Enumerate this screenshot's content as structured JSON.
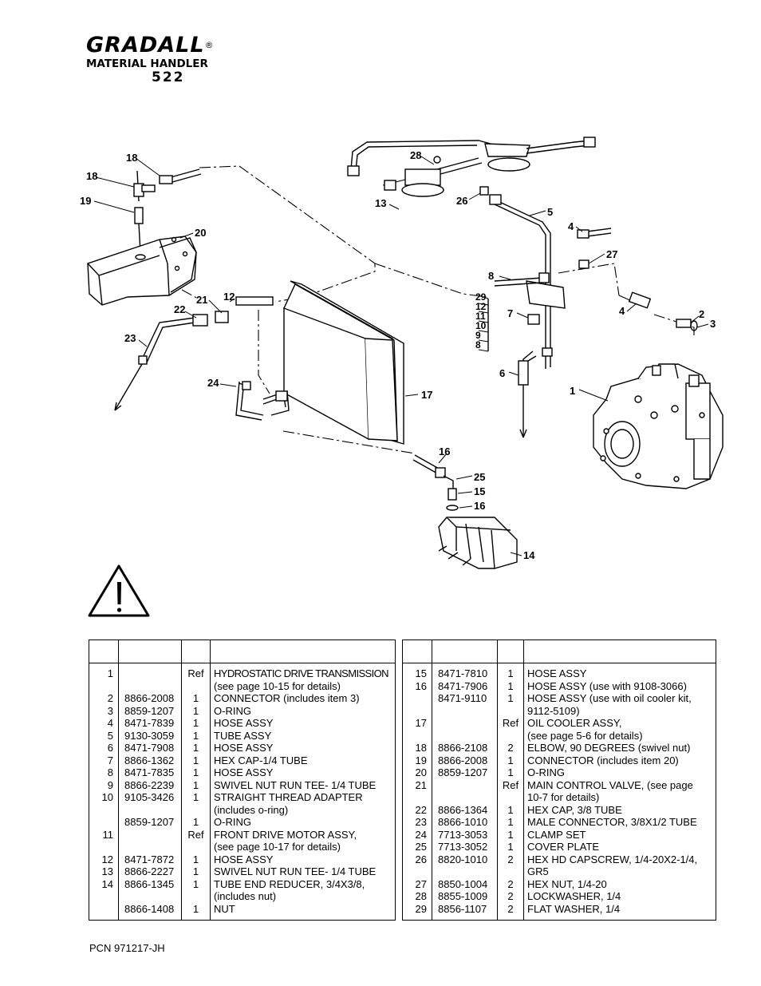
{
  "header": {
    "brand": "GRADALL",
    "registered": "®",
    "subtitle": "MATERIAL HANDLER",
    "model": "522"
  },
  "callouts": [
    "1",
    "2",
    "3",
    "4",
    "4",
    "5",
    "6",
    "7",
    "8",
    "8",
    "9",
    "10",
    "11",
    "12",
    "12",
    "13",
    "14",
    "15",
    "16",
    "16",
    "17",
    "18",
    "18",
    "19",
    "20",
    "21",
    "22",
    "23",
    "24",
    "25",
    "26",
    "27",
    "28",
    "29"
  ],
  "parts_left": [
    {
      "item": "1",
      "part": "",
      "qty": "Ref",
      "desc": [
        "HYDROSTATIC DRIVE TRANSMISSION",
        "(see page 10-15 for details)"
      ]
    },
    {
      "item": "2",
      "part": "8866-2008",
      "qty": "1",
      "desc": [
        "CONNECTOR (includes item 3)"
      ]
    },
    {
      "item": "3",
      "part": "8859-1207",
      "qty": "1",
      "desc": [
        "O-RING"
      ]
    },
    {
      "item": "4",
      "part": "8471-7839",
      "qty": "1",
      "desc": [
        "HOSE ASSY"
      ]
    },
    {
      "item": "5",
      "part": "9130-3059",
      "qty": "1",
      "desc": [
        "TUBE ASSY"
      ]
    },
    {
      "item": "6",
      "part": "8471-7908",
      "qty": "1",
      "desc": [
        "HOSE ASSY"
      ]
    },
    {
      "item": "7",
      "part": "8866-1362",
      "qty": "1",
      "desc": [
        "HEX CAP-1/4 TUBE"
      ]
    },
    {
      "item": "8",
      "part": "8471-7835",
      "qty": "1",
      "desc": [
        "HOSE ASSY"
      ]
    },
    {
      "item": "9",
      "part": "8866-2239",
      "qty": "1",
      "desc": [
        "SWIVEL NUT RUN TEE- 1/4 TUBE"
      ]
    },
    {
      "item": "10",
      "part": "9105-3426",
      "qty": "1",
      "desc": [
        "STRAIGHT THREAD ADAPTER",
        "(includes o-ring)"
      ]
    },
    {
      "item": "",
      "part": "8859-1207",
      "qty": "1",
      "desc": [
        "O-RING"
      ]
    },
    {
      "item": "11",
      "part": "",
      "qty": "Ref",
      "desc": [
        "FRONT DRIVE MOTOR ASSY,",
        "(see page 10-17 for details)"
      ]
    },
    {
      "item": "12",
      "part": "8471-7872",
      "qty": "1",
      "desc": [
        "HOSE ASSY"
      ]
    },
    {
      "item": "13",
      "part": "8866-2227",
      "qty": "1",
      "desc": [
        "SWIVEL NUT RUN TEE- 1/4 TUBE"
      ]
    },
    {
      "item": "14",
      "part": "8866-1345",
      "qty": "1",
      "desc": [
        "TUBE END REDUCER, 3/4X3/8,",
        "(includes nut)"
      ]
    },
    {
      "item": "",
      "part": "8866-1408",
      "qty": "1",
      "desc": [
        "NUT"
      ]
    }
  ],
  "parts_right": [
    {
      "item": "15",
      "part": "8471-7810",
      "qty": "1",
      "desc": [
        "HOSE ASSY"
      ]
    },
    {
      "item": "16",
      "part": "8471-7906",
      "qty": "1",
      "desc": [
        "HOSE ASSY (use with 9108-3066)"
      ]
    },
    {
      "item": "",
      "part": "8471-9110",
      "qty": "1",
      "desc": [
        "HOSE ASSY (use with oil cooler kit,",
        "9112-5109)"
      ]
    },
    {
      "item": "17",
      "part": "",
      "qty": "Ref",
      "desc": [
        "OIL COOLER ASSY,",
        "(see page 5-6 for details)"
      ]
    },
    {
      "item": "18",
      "part": "8866-2108",
      "qty": "2",
      "desc": [
        "ELBOW, 90 DEGREES (swivel nut)"
      ]
    },
    {
      "item": "19",
      "part": "8866-2008",
      "qty": "1",
      "desc": [
        "CONNECTOR (includes item 20)"
      ]
    },
    {
      "item": "20",
      "part": "8859-1207",
      "qty": "1",
      "desc": [
        "O-RING"
      ]
    },
    {
      "item": "21",
      "part": "",
      "qty": "Ref",
      "desc": [
        "MAIN  CONTROL VALVE, (see page",
        "10-7 for details)"
      ]
    },
    {
      "item": "22",
      "part": "8866-1364",
      "qty": "1",
      "desc": [
        "HEX CAP, 3/8 TUBE"
      ]
    },
    {
      "item": "23",
      "part": "8866-1010",
      "qty": "1",
      "desc": [
        "MALE CONNECTOR, 3/8X1/2 TUBE"
      ]
    },
    {
      "item": "24",
      "part": "7713-3053",
      "qty": "1",
      "desc": [
        "CLAMP SET"
      ]
    },
    {
      "item": "25",
      "part": "7713-3052",
      "qty": "1",
      "desc": [
        "COVER PLATE"
      ]
    },
    {
      "item": "26",
      "part": "8820-1010",
      "qty": "2",
      "desc": [
        "HEX HD CAPSCREW, 1/4-20X2-1/4,",
        "GR5"
      ]
    },
    {
      "item": "27",
      "part": "8850-1004",
      "qty": "2",
      "desc": [
        "HEX NUT, 1/4-20"
      ]
    },
    {
      "item": "28",
      "part": "8855-1009",
      "qty": "2",
      "desc": [
        "LOCKWASHER, 1/4"
      ]
    },
    {
      "item": "29",
      "part": "8856-1107",
      "qty": "2",
      "desc": [
        "FLAT WASHER, 1/4"
      ]
    }
  ],
  "footer": {
    "pcn": "PCN  971217-JH"
  }
}
